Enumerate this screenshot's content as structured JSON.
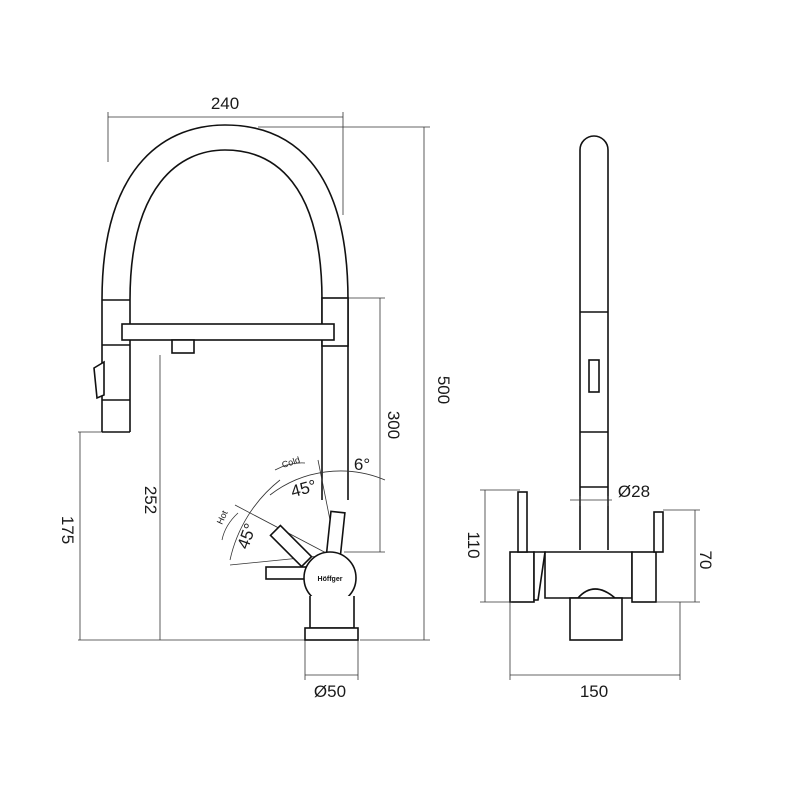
{
  "dimensions": {
    "width_top": "240",
    "height_total": "500",
    "height_spout": "300",
    "height_outlet": "252",
    "height_hose_end": "175",
    "base_diameter": "Ø50",
    "hose_diameter": "Ø28",
    "side_width": "150",
    "side_height_left": "110",
    "side_height_right": "70"
  },
  "angles": {
    "cold_label": "Cold",
    "hot_label": "Hot",
    "cold_angle": "45°",
    "hot_angle": "45°",
    "swivel_angle": "6°"
  },
  "brand": "Höffger"
}
